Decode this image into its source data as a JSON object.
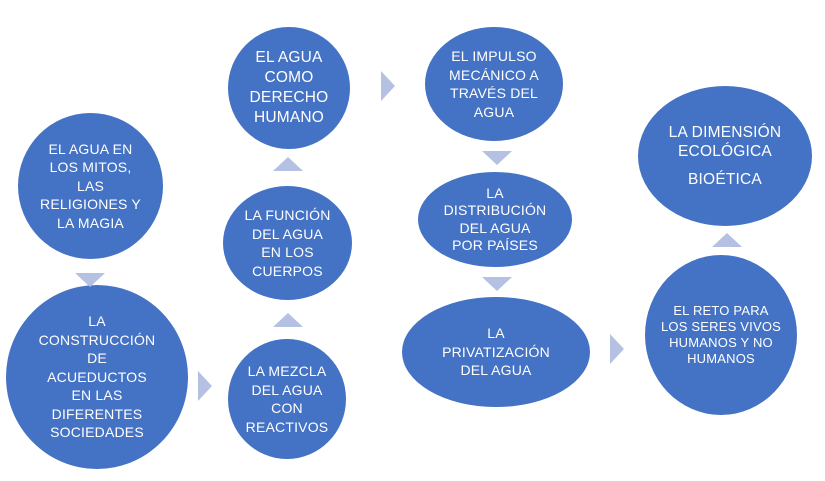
{
  "colors": {
    "node_fill": "#4472c4",
    "node_text": "#ffffff",
    "arrow": "#b4c1e2",
    "background": "#ffffff"
  },
  "nodes": [
    {
      "id": "mitos",
      "lines": [
        "EL AGUA EN",
        "LOS MITOS,",
        "LAS",
        "RELIGIONES Y",
        "LA MAGIA"
      ]
    },
    {
      "id": "acueductos",
      "lines": [
        "LA",
        "CONSTRUCCIÓN",
        "DE",
        "ACUEDUCTOS",
        "EN LAS",
        "DIFERENTES",
        "SOCIEDADES"
      ]
    },
    {
      "id": "mezcla",
      "lines": [
        "LA MEZCLA",
        "DEL AGUA",
        "CON",
        "REACTIVOS"
      ]
    },
    {
      "id": "funcion",
      "lines": [
        "LA FUNCIÓN",
        "DEL AGUA",
        "EN LOS",
        "CUERPOS"
      ]
    },
    {
      "id": "derecho",
      "lines": [
        "EL AGUA",
        "COMO",
        "DERECHO",
        "HUMANO"
      ]
    },
    {
      "id": "impulso",
      "lines": [
        "EL IMPULSO",
        "MECÁNICO A",
        "TRAVÉS DEL",
        "AGUA"
      ]
    },
    {
      "id": "distribucion",
      "lines": [
        "LA",
        "DISTRIBUCIÓN",
        "DEL AGUA",
        "POR PAÍSES"
      ]
    },
    {
      "id": "privatizacion",
      "lines": [
        "LA",
        "PRIVATIZACIÓN",
        "DEL AGUA"
      ]
    },
    {
      "id": "reto",
      "lines": [
        "EL RETO PARA",
        "LOS SERES VIVOS",
        "HUMANOS Y NO",
        "HUMANOS"
      ]
    },
    {
      "id": "dimension",
      "lines": [
        "LA DIMENSIÓN",
        "ECOLÓGICA",
        "",
        "BIOÉTICA"
      ]
    }
  ],
  "connectors": [
    {
      "from": "mitos",
      "to": "acueductos",
      "direction": "down"
    },
    {
      "from": "acueductos",
      "to": "mezcla",
      "direction": "right"
    },
    {
      "from": "mezcla",
      "to": "funcion",
      "direction": "up"
    },
    {
      "from": "funcion",
      "to": "derecho",
      "direction": "up"
    },
    {
      "from": "derecho",
      "to": "impulso",
      "direction": "right"
    },
    {
      "from": "impulso",
      "to": "distribucion",
      "direction": "down"
    },
    {
      "from": "distribucion",
      "to": "privatizacion",
      "direction": "down"
    },
    {
      "from": "privatizacion",
      "to": "reto",
      "direction": "right"
    },
    {
      "from": "reto",
      "to": "dimension",
      "direction": "up"
    }
  ]
}
